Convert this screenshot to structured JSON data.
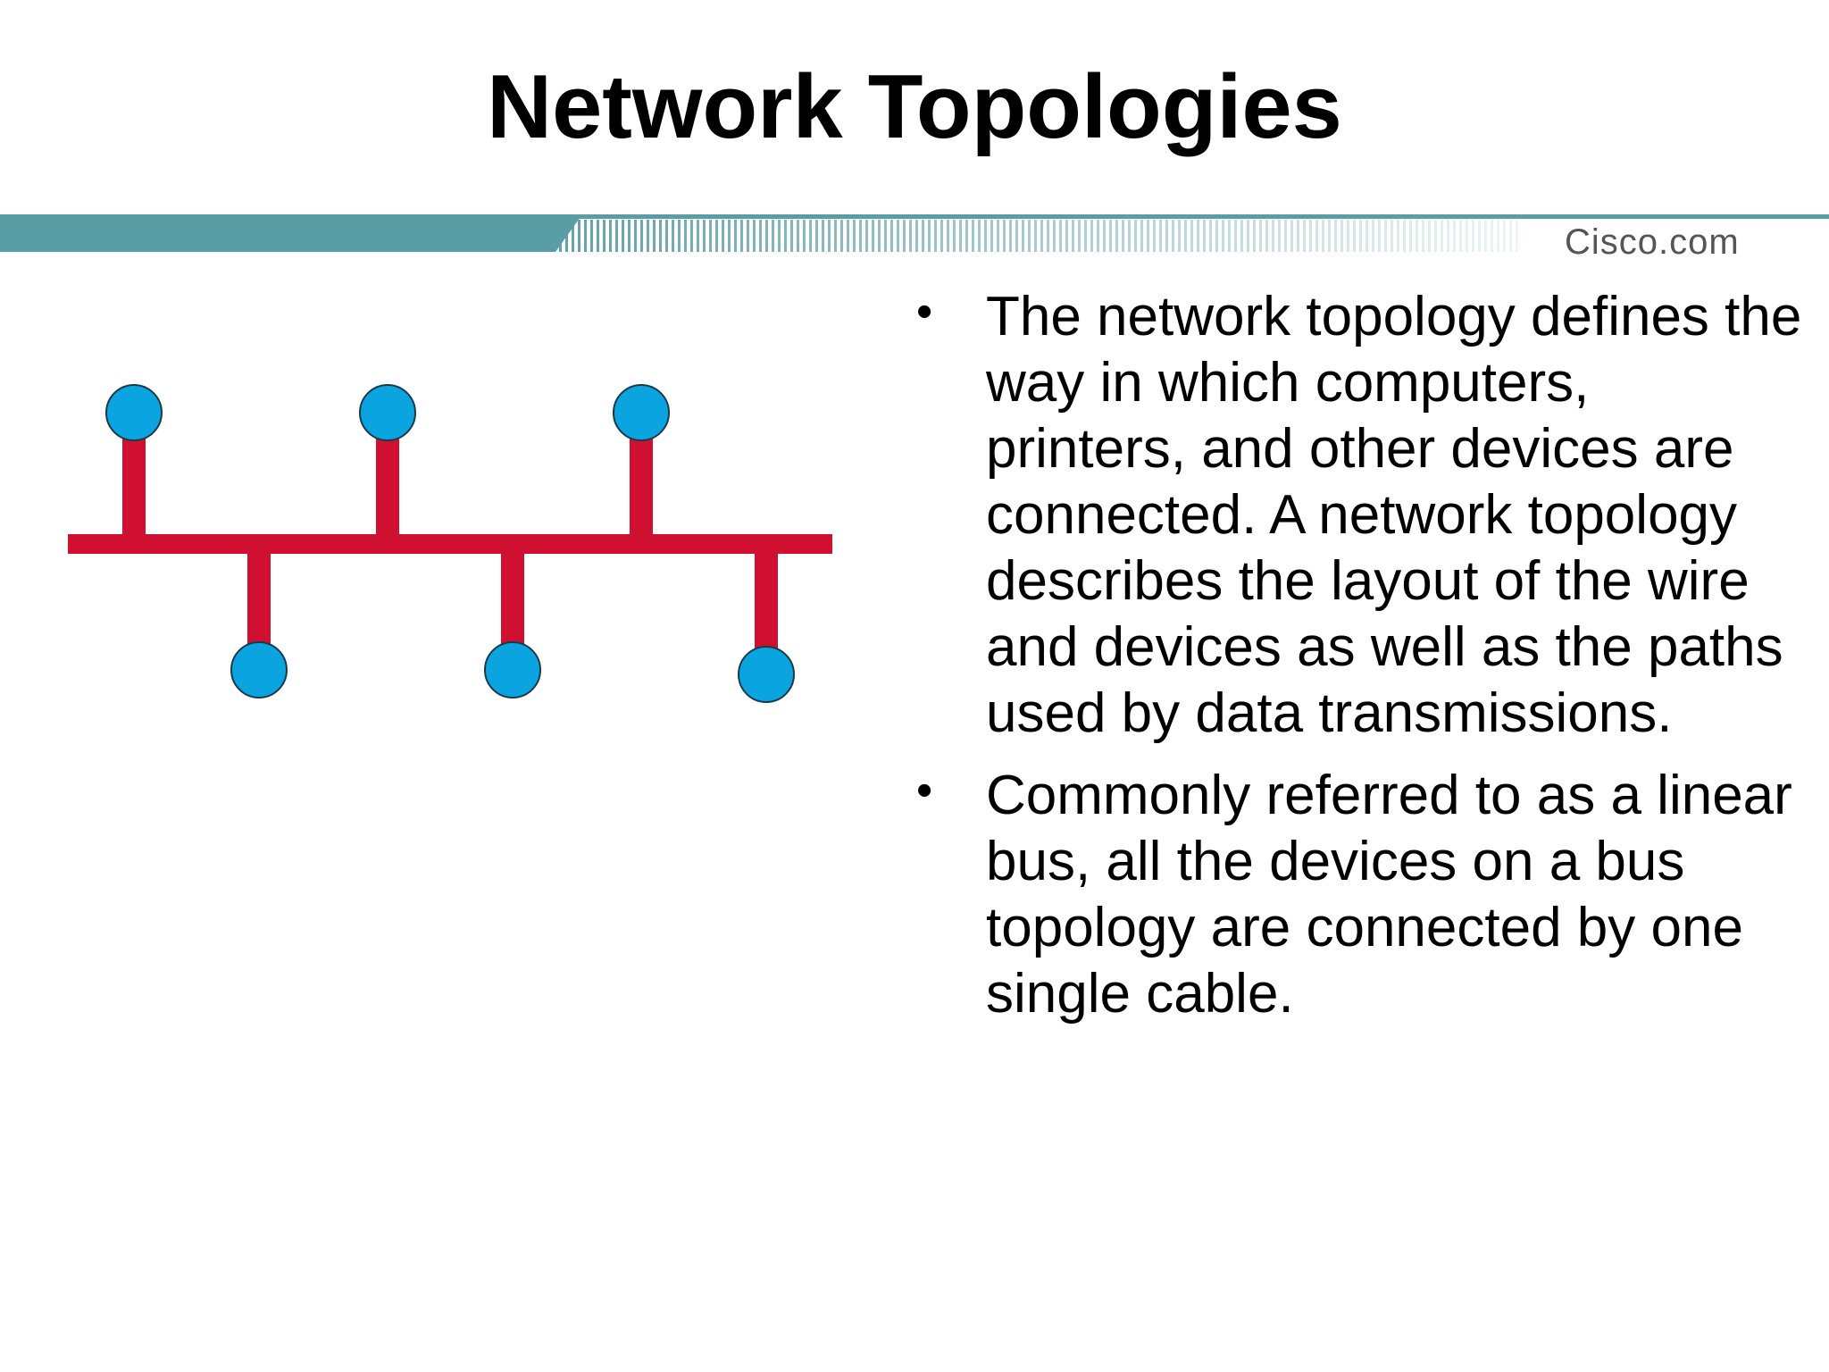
{
  "slide": {
    "title": "Network Topologies",
    "brand": "Cisco.com",
    "colors": {
      "band_teal": "#5a9ea5",
      "bus_red": "#d01030",
      "node_blue": "#0aa5e0",
      "node_outline": "#1a3a4a"
    }
  },
  "bullets": [
    {
      "marker": "•",
      "text": "The network topology defines the way in which computers, printers, and other devices are connected. A network topology describes the layout of the wire and devices as well as the paths used by data transmissions."
    },
    {
      "marker": "•",
      "text": "Commonly referred to as a linear bus, all the devices on a bus topology are connected by one single cable."
    }
  ]
}
